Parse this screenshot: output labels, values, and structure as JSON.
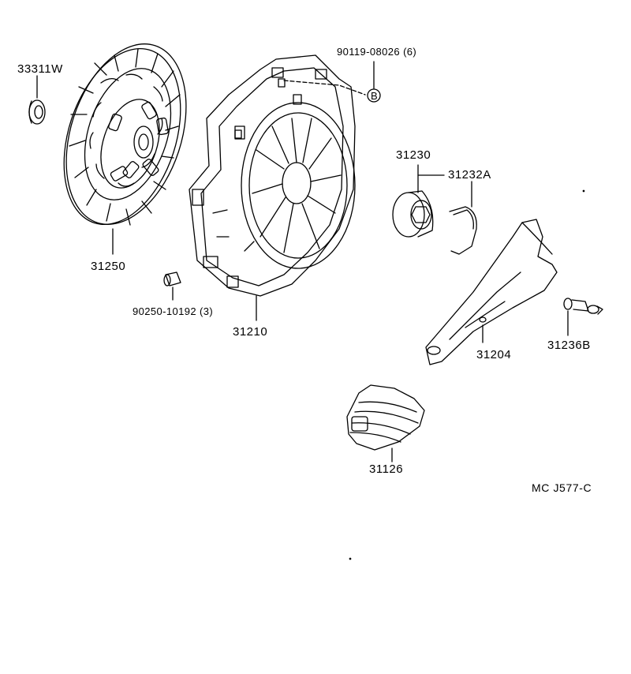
{
  "labels": {
    "seal": "33311W",
    "disc": "31250",
    "bolt_set": "90119-08026 (6)",
    "bolt_callout": "B",
    "cover": "31210",
    "pin_set": "90250-10192 (3)",
    "bearing": "31230",
    "clip": "31232A",
    "fork": "31204",
    "pivot": "31236B",
    "boot": "31126"
  },
  "diagram_code": "MC J577-C"
}
